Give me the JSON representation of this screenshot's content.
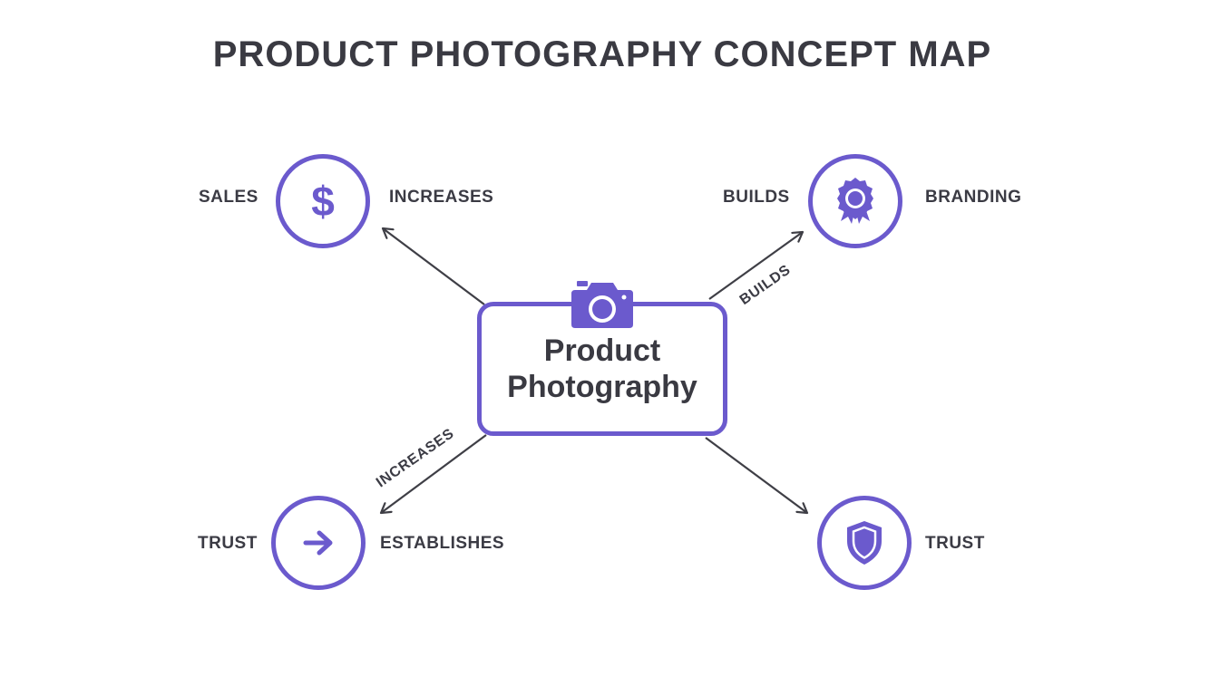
{
  "title": "PRODUCT PHOTOGRAPHY CONCEPT MAP",
  "colors": {
    "accent": "#6b5acd",
    "text": "#3b3b44",
    "arrow": "#3f3f46"
  },
  "center": {
    "line1": "Product",
    "line2": "Photography",
    "icon": "camera-icon"
  },
  "nodes": {
    "top_left": {
      "icon": "dollar-icon",
      "glyph": "$",
      "left_label": "SALES",
      "right_label": "INCREASES"
    },
    "top_right": {
      "icon": "award-badge-icon",
      "left_label": "BUILDS",
      "right_label": "BRANDING"
    },
    "bottom_left": {
      "icon": "arrow-right-icon",
      "left_label": "TRUST",
      "right_label": "ESTABLISHES"
    },
    "bottom_right": {
      "icon": "shield-icon",
      "right_label": "TRUST"
    }
  },
  "edges": {
    "top_right": "BUILDS",
    "bottom_left": "INCREASES"
  }
}
